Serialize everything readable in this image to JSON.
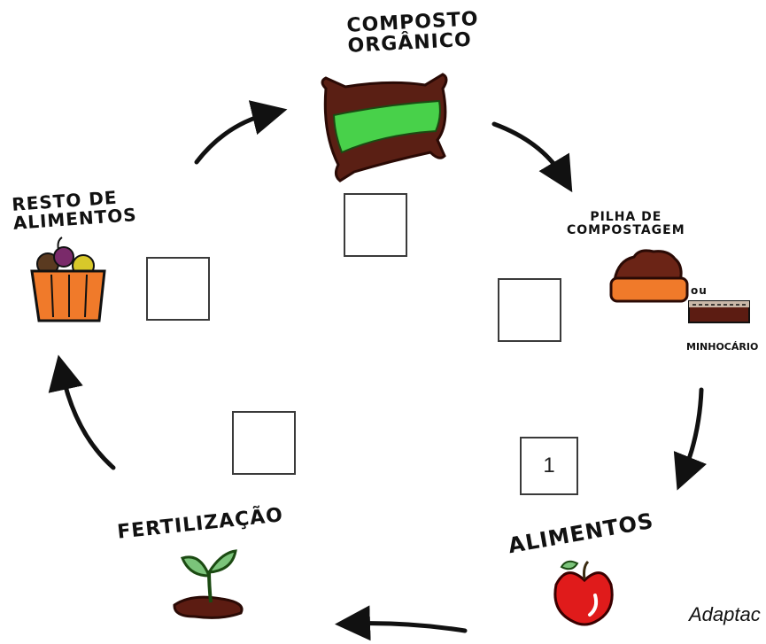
{
  "stages": {
    "composto": {
      "line1": "COMPOSTO",
      "line2": "ORGÂNICO"
    },
    "pilha": {
      "line1": "PILHA DE",
      "line2": "COMPOSTAGEM",
      "connector": "ou",
      "alt": "MINHOCÁRIO"
    },
    "alimentos": {
      "label": "ALIMENTOS"
    },
    "fertilizacao": {
      "label": "FERTILIZAÇÃO"
    },
    "resto": {
      "line1": "RESTO DE",
      "line2": "ALIMENTOS"
    }
  },
  "boxes": {
    "composto": "",
    "pilha": "",
    "alimentos": "1",
    "fertilizacao": "",
    "resto": ""
  },
  "credit": "Adaptac",
  "colors": {
    "bag_brown": "#5a1f14",
    "bag_green": "#48d14a",
    "basket_orange": "#f07a2a",
    "apple_red": "#e01b1b",
    "leaf_green": "#7bc47a",
    "soil_brown": "#5c1c12"
  }
}
